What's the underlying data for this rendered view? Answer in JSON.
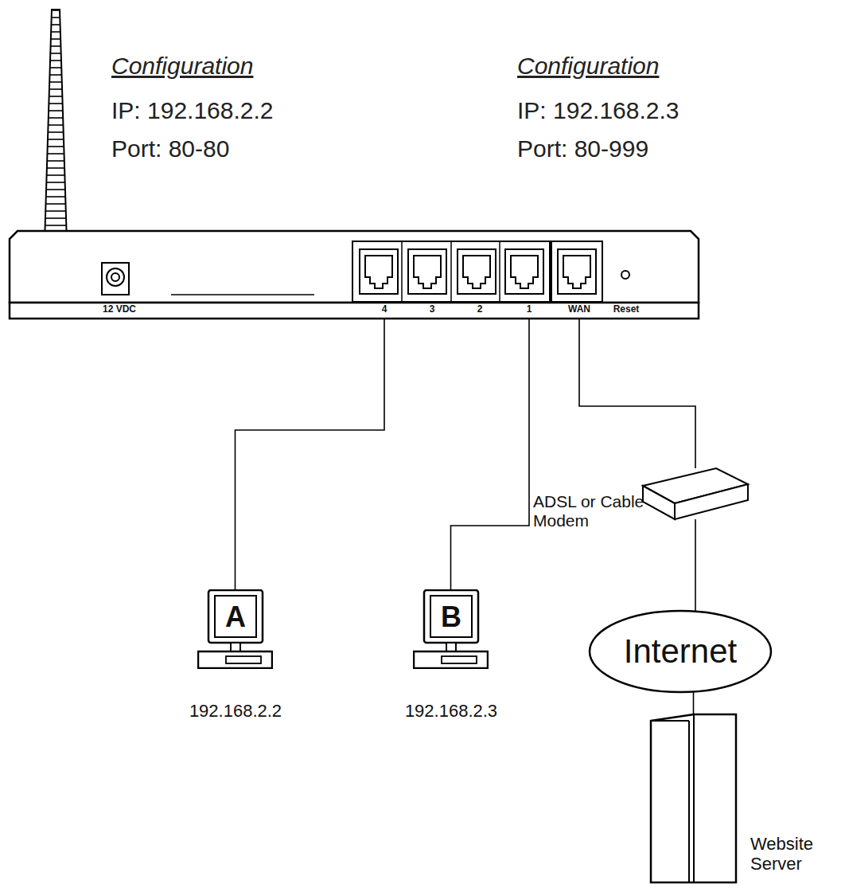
{
  "diagram": {
    "nodes": [
      {
        "text": [
          "12 VDC",
          "4",
          "3",
          "2",
          "1",
          "WAN",
          "Reset"
        ]
      },
      {
        "text": [
          "A",
          "192.168.2.2"
        ]
      },
      {
        "text": [
          "B",
          "192.168.2.3"
        ]
      },
      {
        "text": [
          "ADSL or Cable Modem"
        ]
      },
      {
        "text": [
          "Internet"
        ]
      },
      {
        "text": [
          "Website Server"
        ]
      }
    ],
    "edges": [
      {
        "from": 0,
        "to": 1,
        "arrow": "none"
      },
      {
        "from": 0,
        "to": 2,
        "arrow": "none"
      },
      {
        "from": 0,
        "to": 3,
        "arrow": "none"
      },
      {
        "from": 3,
        "to": 4,
        "arrow": "none"
      },
      {
        "from": 4,
        "to": 5,
        "arrow": "none"
      }
    ],
    "labels": [
      "Configuration",
      "IP: 192.168.2.2",
      "Port: 80-80",
      "Configuration",
      "IP: 192.168.2.3",
      "Port: 80-999"
    ]
  }
}
